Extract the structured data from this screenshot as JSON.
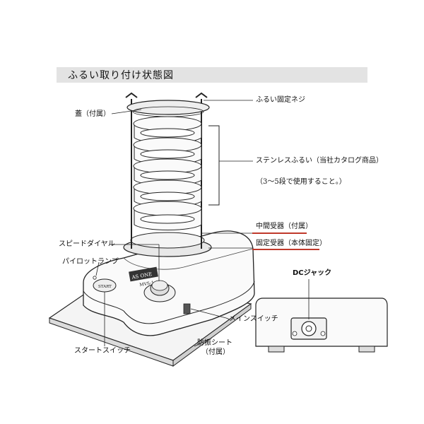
{
  "title": "ふるい取り付け状態図",
  "labels": {
    "lid": "蓋（付属）",
    "screw": "ふるい固定ネジ",
    "sieve": "ステンレスふるい（当社カタログ商品）",
    "sieve_note": "（3〜5段で使用すること。）",
    "mid_tray": "中間受器（付属）",
    "fixed_tray": "固定受器（本体固定）",
    "speed_dial": "スピードダイヤル",
    "pilot_lamp": "パイロットランプ",
    "main_switch": "メインスイッチ",
    "start_switch": "スタートスイッチ",
    "mat_line1": "防振シート",
    "mat_line2": "（付属）",
    "dc_jack": "DCジャック"
  },
  "device": {
    "brand": "AS ONE",
    "model": "MVS-1",
    "start_label": "START"
  },
  "colors": {
    "accent_underline": "#c0392b",
    "title_bar": "#e3e3e3",
    "line": "#222222"
  }
}
